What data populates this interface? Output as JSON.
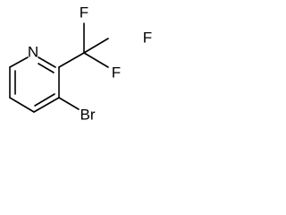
{
  "molecule": {
    "atoms": {
      "nitrogen": "N",
      "fluorine_top": "F",
      "fluorine_right": "F",
      "fluorine_middle": "F",
      "bromine": "Br"
    },
    "colors": {
      "bond": "#000000",
      "label": "#000000",
      "background": "#ffffff"
    }
  }
}
